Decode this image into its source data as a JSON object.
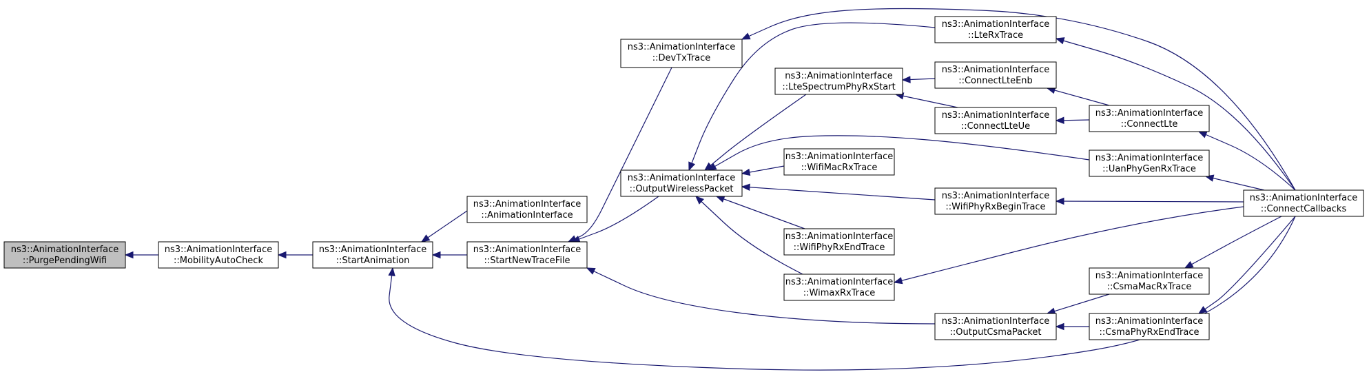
{
  "nodes": [
    {
      "id": "purge",
      "line1": "ns3::AnimationInterface",
      "line2": "::PurgePendingWifi",
      "root": true
    },
    {
      "id": "mobility",
      "line1": "ns3::AnimationInterface",
      "line2": "::MobilityAutoCheck"
    },
    {
      "id": "startanim",
      "line1": "ns3::AnimationInterface",
      "line2": "::StartAnimation"
    },
    {
      "id": "animif",
      "line1": "ns3::AnimationInterface",
      "line2": "::AnimationInterface"
    },
    {
      "id": "startnew",
      "line1": "ns3::AnimationInterface",
      "line2": "::StartNewTraceFile"
    },
    {
      "id": "devtx",
      "line1": "ns3::AnimationInterface",
      "line2": "::DevTxTrace"
    },
    {
      "id": "outwireless",
      "line1": "ns3::AnimationInterface",
      "line2": "::OutputWirelessPacket"
    },
    {
      "id": "ltespec",
      "line1": "ns3::AnimationInterface",
      "line2": "::LteSpectrumPhyRxStart"
    },
    {
      "id": "wifimac",
      "line1": "ns3::AnimationInterface",
      "line2": "::WifiMacRxTrace"
    },
    {
      "id": "wifiphyend",
      "line1": "ns3::AnimationInterface",
      "line2": "::WifiPhyRxEndTrace"
    },
    {
      "id": "wimax",
      "line1": "ns3::AnimationInterface",
      "line2": "::WimaxRxTrace"
    },
    {
      "id": "lterx",
      "line1": "ns3::AnimationInterface",
      "line2": "::LteRxTrace"
    },
    {
      "id": "connlteenb",
      "line1": "ns3::AnimationInterface",
      "line2": "::ConnectLteEnb"
    },
    {
      "id": "connlteue",
      "line1": "ns3::AnimationInterface",
      "line2": "::ConnectLteUe"
    },
    {
      "id": "wifiphybegin",
      "line1": "ns3::AnimationInterface",
      "line2": "::WifiPhyRxBeginTrace"
    },
    {
      "id": "outcsma",
      "line1": "ns3::AnimationInterface",
      "line2": "::OutputCsmaPacket"
    },
    {
      "id": "connlte",
      "line1": "ns3::AnimationInterface",
      "line2": "::ConnectLte"
    },
    {
      "id": "uanphy",
      "line1": "ns3::AnimationInterface",
      "line2": "::UanPhyGenRxTrace"
    },
    {
      "id": "csmamac",
      "line1": "ns3::AnimationInterface",
      "line2": "::CsmaMacRxTrace"
    },
    {
      "id": "csmaphyend",
      "line1": "ns3::AnimationInterface",
      "line2": "::CsmaPhyRxEndTrace"
    },
    {
      "id": "conncb",
      "line1": "ns3::AnimationInterface",
      "line2": "::ConnectCallbacks"
    }
  ],
  "edges": [
    {
      "from": "mobility",
      "to": "purge"
    },
    {
      "from": "startanim",
      "to": "mobility"
    },
    {
      "from": "animif",
      "to": "startanim"
    },
    {
      "from": "startnew",
      "to": "startanim"
    },
    {
      "from": "conncb",
      "to": "startanim"
    },
    {
      "from": "devtx",
      "to": "startnew"
    },
    {
      "from": "outwireless",
      "to": "startnew"
    },
    {
      "from": "outcsma",
      "to": "startnew"
    },
    {
      "from": "conncb",
      "to": "devtx"
    },
    {
      "from": "lterx",
      "to": "outwireless"
    },
    {
      "from": "ltespec",
      "to": "outwireless"
    },
    {
      "from": "uanphy",
      "to": "outwireless"
    },
    {
      "from": "wifimac",
      "to": "outwireless"
    },
    {
      "from": "wifiphybegin",
      "to": "outwireless"
    },
    {
      "from": "wifiphyend",
      "to": "outwireless"
    },
    {
      "from": "wimax",
      "to": "outwireless"
    },
    {
      "from": "conncb",
      "to": "lterx"
    },
    {
      "from": "connlteenb",
      "to": "ltespec"
    },
    {
      "from": "connlteue",
      "to": "ltespec"
    },
    {
      "from": "connlte",
      "to": "connlteenb"
    },
    {
      "from": "connlte",
      "to": "connlteue"
    },
    {
      "from": "conncb",
      "to": "connlte"
    },
    {
      "from": "conncb",
      "to": "uanphy"
    },
    {
      "from": "conncb",
      "to": "wifiphybegin"
    },
    {
      "from": "conncb",
      "to": "wimax"
    },
    {
      "from": "csmamac",
      "to": "outcsma"
    },
    {
      "from": "csmaphyend",
      "to": "outcsma"
    },
    {
      "from": "conncb",
      "to": "csmamac"
    },
    {
      "from": "conncb",
      "to": "csmaphyend"
    }
  ]
}
